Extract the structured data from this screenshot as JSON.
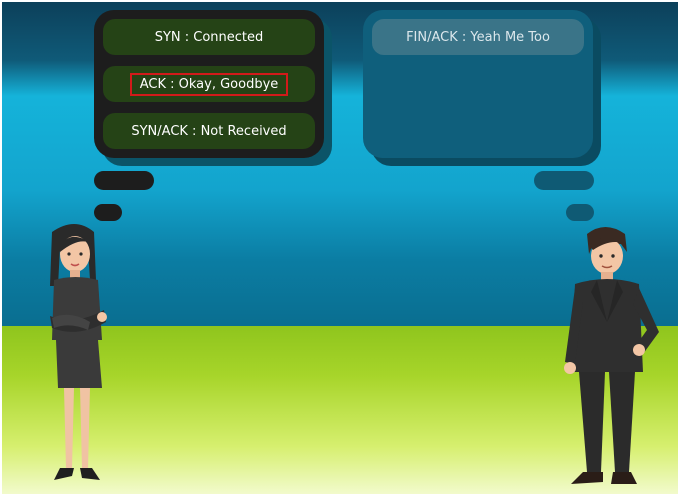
{
  "left_bubble": {
    "messages": [
      {
        "text": "SYN : Connected",
        "highlighted": false
      },
      {
        "text": "ACK : Okay, Goodbye",
        "highlighted": true
      },
      {
        "text": "SYN/ACK : Not Received",
        "highlighted": false
      }
    ]
  },
  "right_bubble": {
    "messages": [
      {
        "text": "FIN/ACK : Yeah Me Too",
        "highlighted": false
      }
    ]
  },
  "colors": {
    "highlight_border": "#d21a1a",
    "left_bubble_bg": "#1d1d1d",
    "left_message_bg": "#254316",
    "right_bubble_bg": "#0f5f7c",
    "right_message_bg": "#3a7488"
  }
}
